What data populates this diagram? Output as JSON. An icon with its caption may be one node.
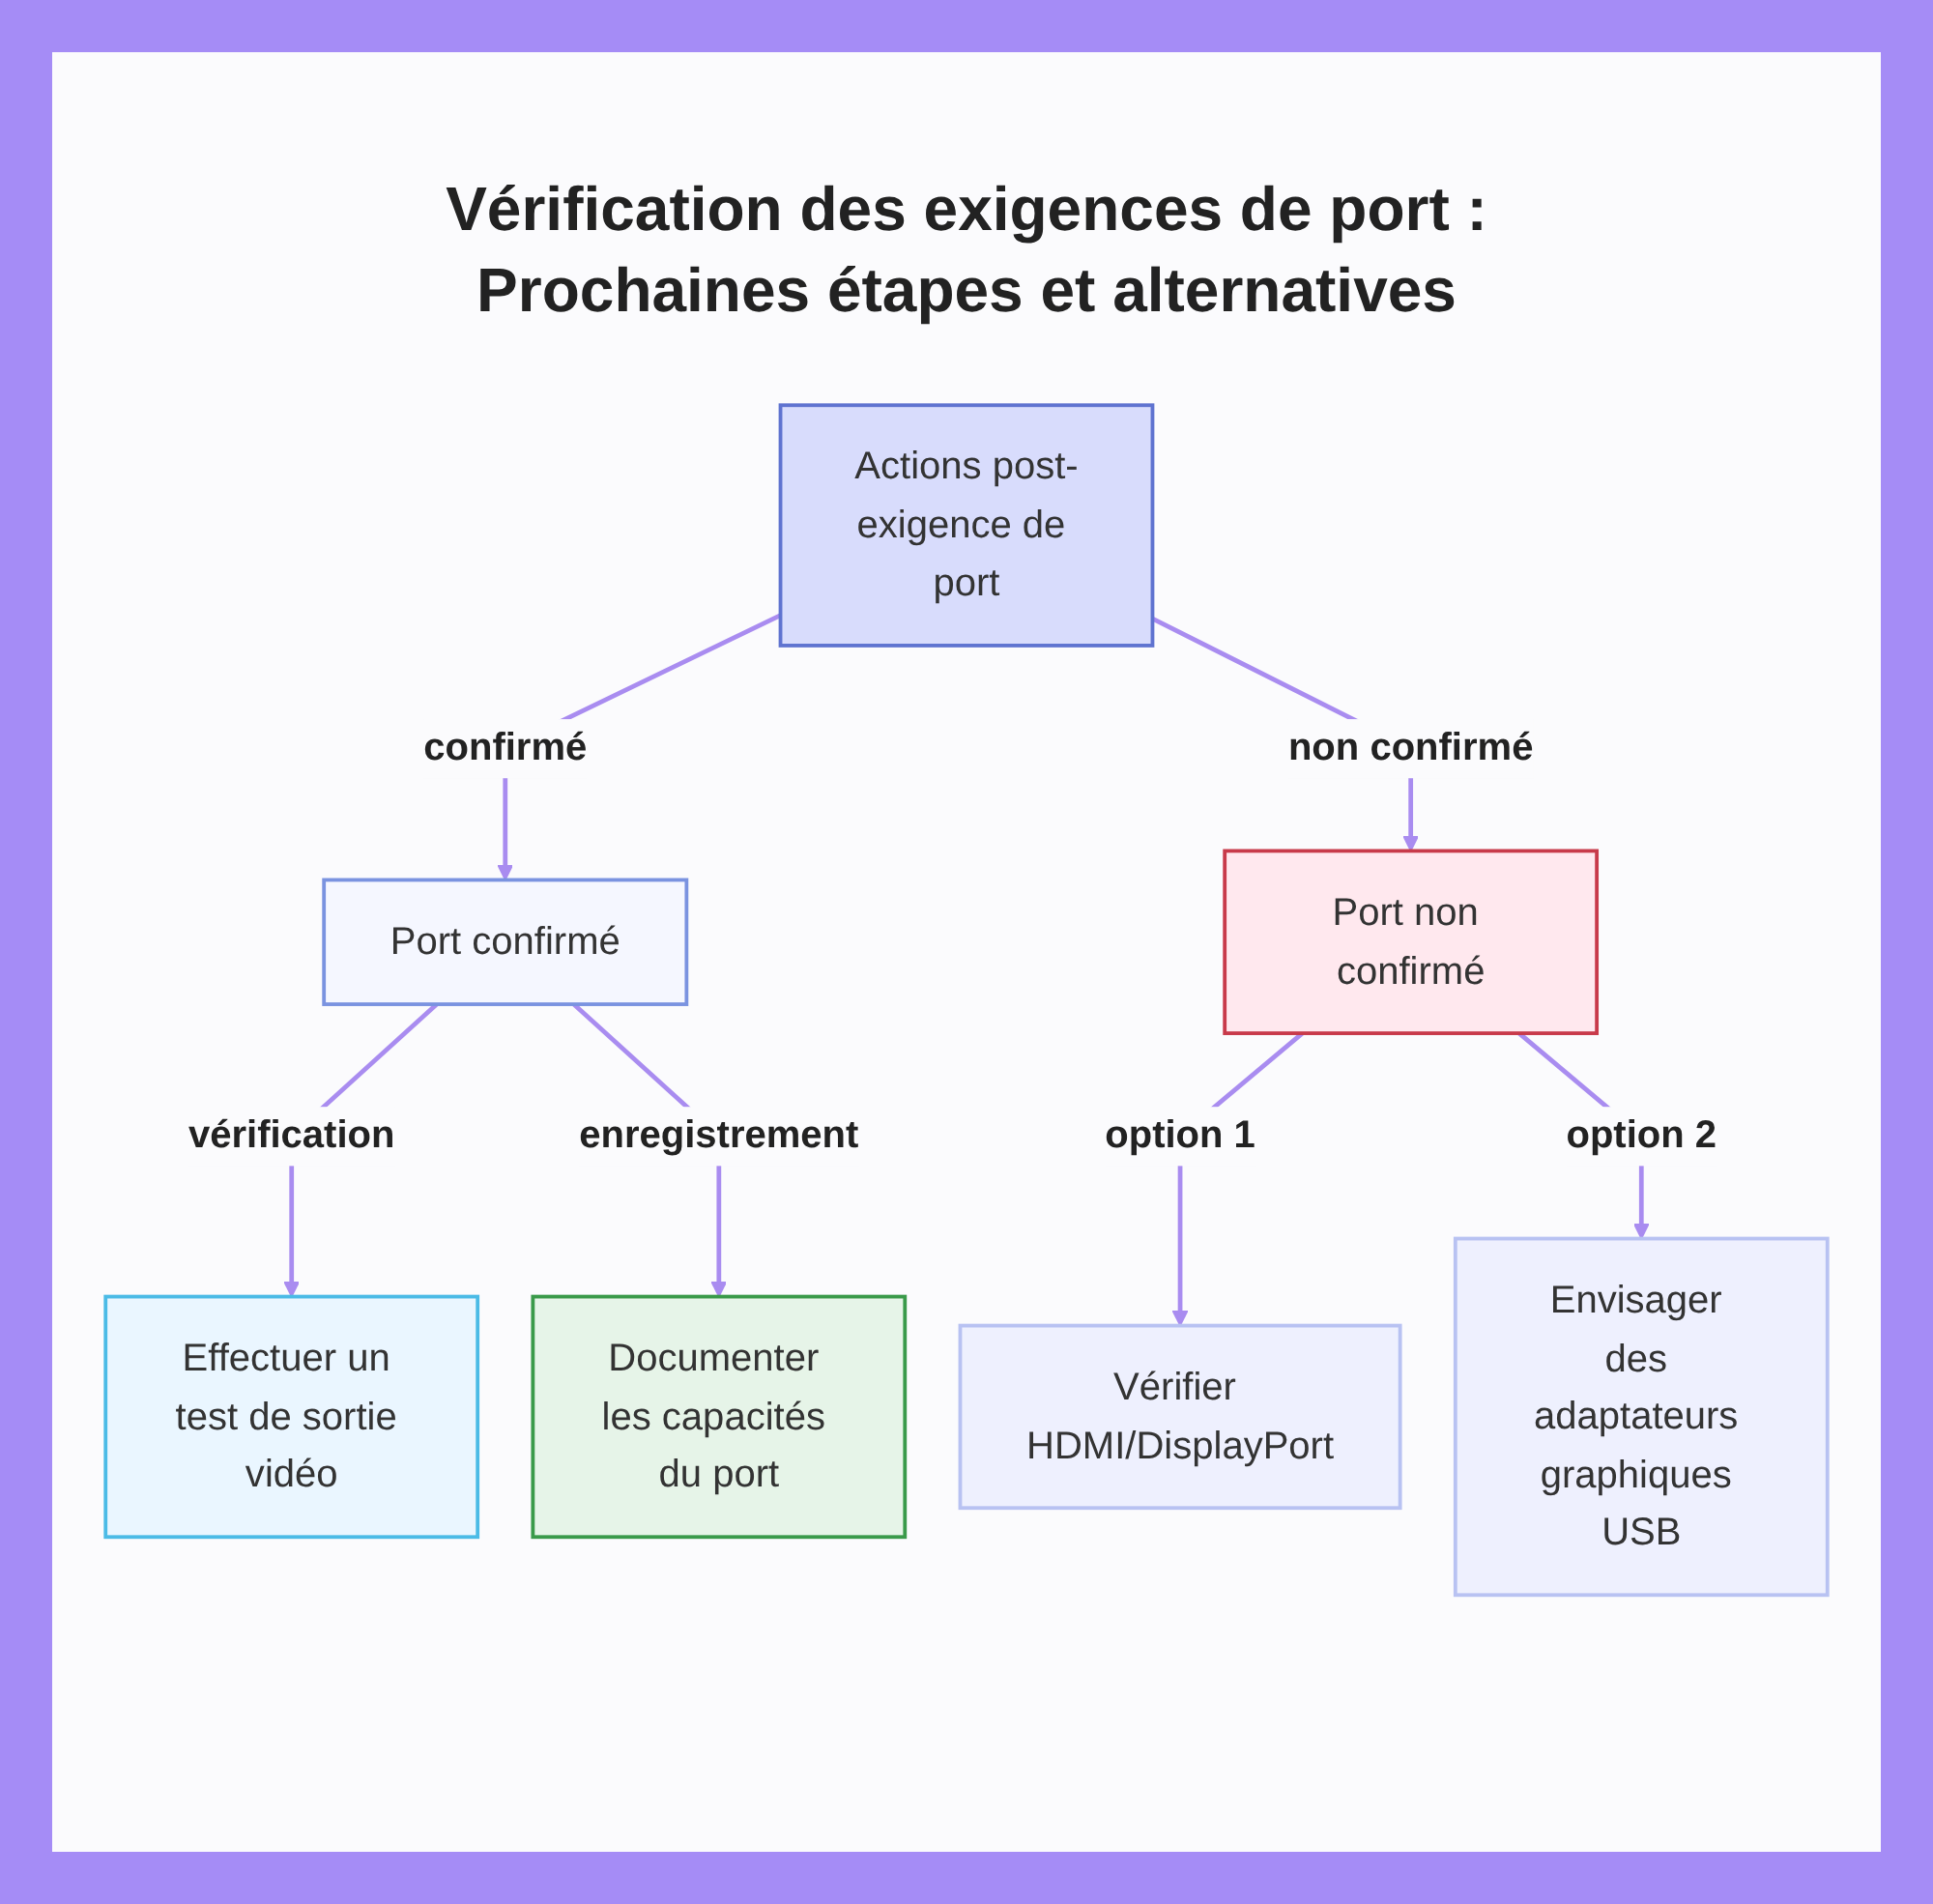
{
  "diagram": {
    "title": "Vérification des exigences de port : Prochaines étapes et alternatives",
    "nodes": [
      {
        "text": [
          "Actions post-exigence de port"
        ]
      },
      {
        "text": [
          "Port confirmé"
        ]
      },
      {
        "text": [
          "Port non confirmé"
        ]
      },
      {
        "text": [
          "Effectuer un test de sortie vidéo"
        ]
      },
      {
        "text": [
          "Documenter les capacités du port"
        ]
      },
      {
        "text": [
          "Vérifier HDMI/DisplayPort"
        ]
      },
      {
        "text": [
          "Envisager des adaptateurs graphiques USB"
        ]
      }
    ],
    "edges": [
      {
        "from": 0,
        "to": 1,
        "arrow": "to",
        "label": "confirmé"
      },
      {
        "from": 0,
        "to": 2,
        "arrow": "to",
        "label": "non confirmé"
      },
      {
        "from": 1,
        "to": 3,
        "arrow": "to",
        "label": "vérification"
      },
      {
        "from": 1,
        "to": 4,
        "arrow": "to",
        "label": "enregistrement"
      },
      {
        "from": 2,
        "to": 5,
        "arrow": "to",
        "label": "option 1"
      },
      {
        "from": 2,
        "to": 6,
        "arrow": "to",
        "label": "option 2"
      }
    ]
  }
}
